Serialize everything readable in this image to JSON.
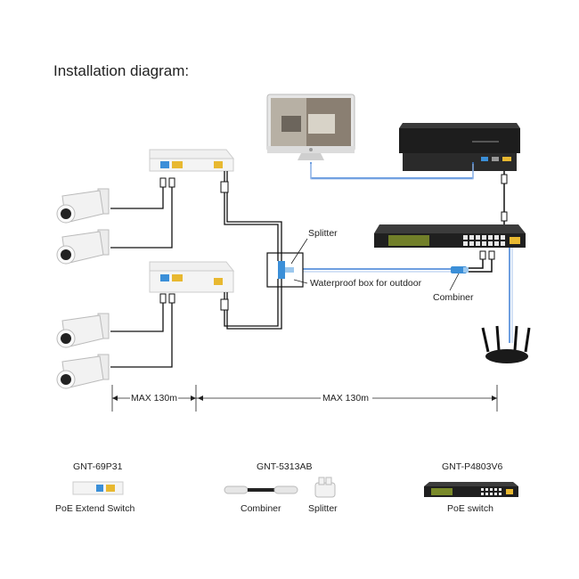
{
  "title": "Installation diagram:",
  "labels": {
    "splitter": "Splitter",
    "waterproof_box": "Waterproof box for outdoor",
    "combiner": "Combiner",
    "max_short": "MAX 130m",
    "max_long": "MAX  130m"
  },
  "legend": {
    "items": [
      {
        "model": "GNT-69P31",
        "name": "PoE Extend Switch"
      },
      {
        "model": "GNT-5313AB",
        "names": [
          "Combiner",
          "Splitter"
        ]
      },
      {
        "model": "GNT-P4803V6",
        "name": "PoE switch"
      }
    ]
  },
  "colors": {
    "accent_yellow": "#e8b830",
    "accent_blue": "#3b8fd8",
    "cable_black": "#111111",
    "cable_blue": "#3d7fd6",
    "device_dark": "#1f1f1f",
    "switch_green": "#7a8a2a"
  }
}
